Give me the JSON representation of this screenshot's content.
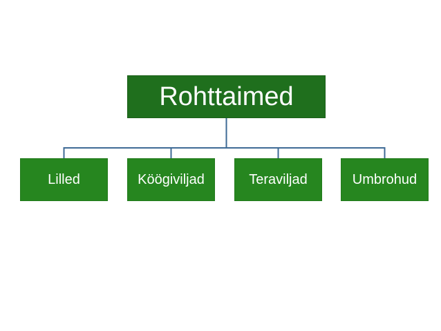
{
  "diagram": {
    "root": {
      "label": "Rohttaimed"
    },
    "children": [
      {
        "label": "Lilled"
      },
      {
        "label": "Köögiviljad"
      },
      {
        "label": "Teraviljad"
      },
      {
        "label": "Umbrohud"
      }
    ]
  },
  "colors": {
    "root_fill": "#1f6f1d",
    "child_fill": "#26861f",
    "connector": "#3e6a95",
    "text": "#ffffff"
  }
}
